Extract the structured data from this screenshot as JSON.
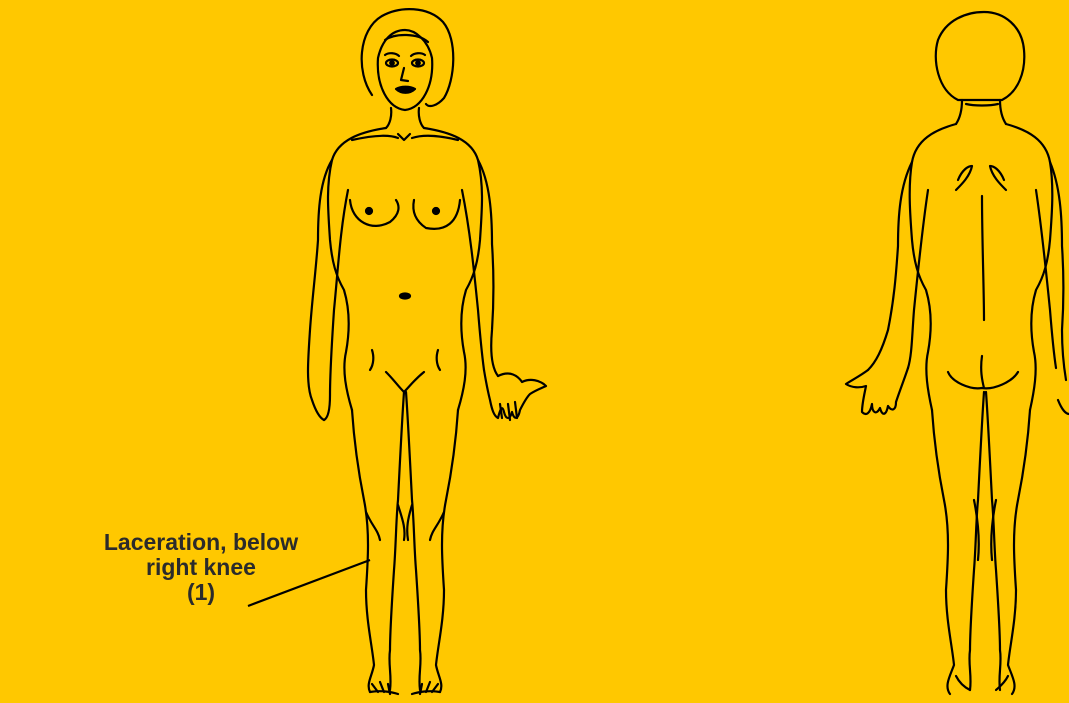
{
  "background_color": "#FFC800",
  "line_color": "#000000",
  "annotation": {
    "line1": "Laceration, below",
    "line2": "right knee",
    "line3": "(1)"
  },
  "views": [
    "front-view",
    "back-view"
  ]
}
